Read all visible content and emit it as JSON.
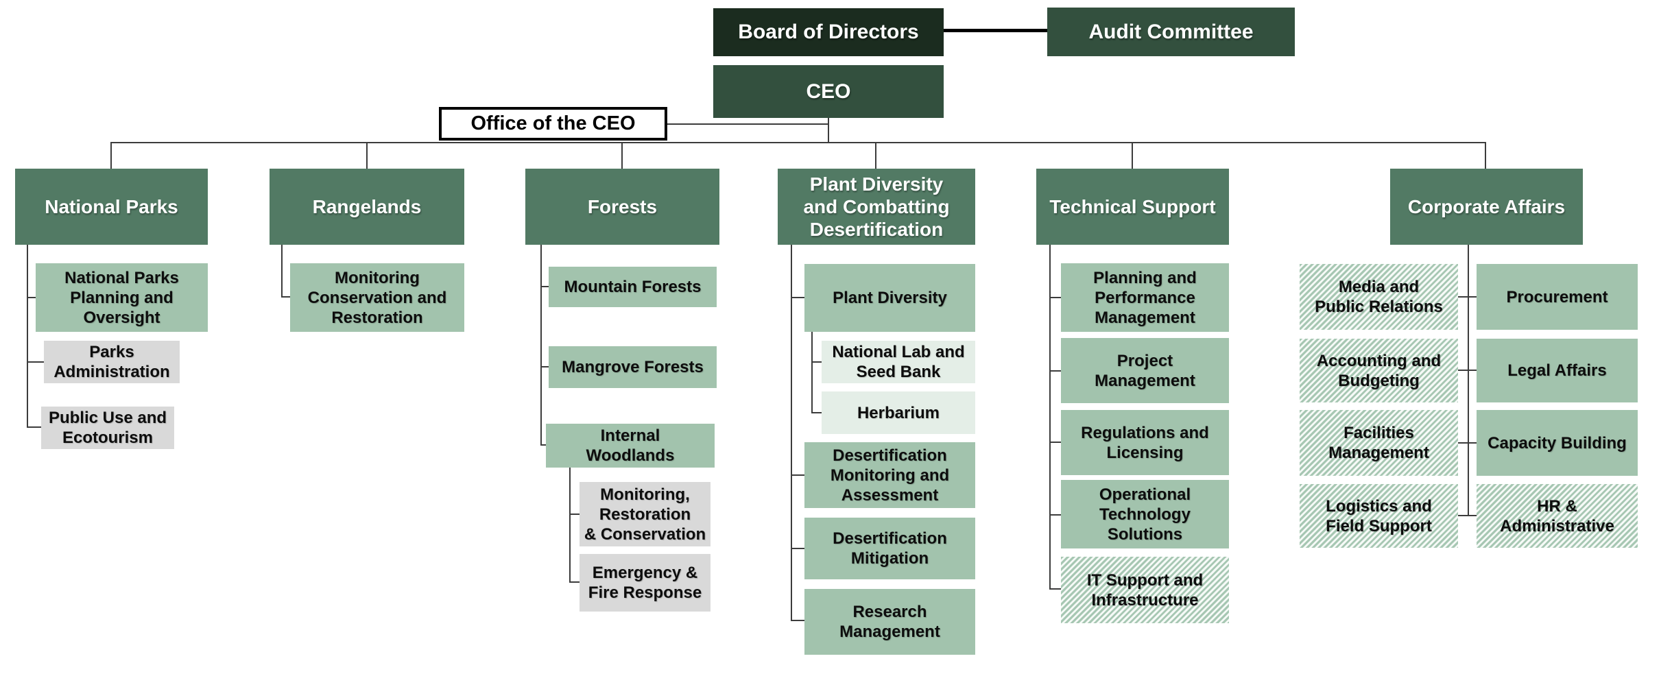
{
  "top": {
    "board": "Board of Directors",
    "audit": "Audit Committee",
    "ceo": "CEO",
    "office": "Office of the CEO"
  },
  "departments": [
    {
      "label": "National Parks",
      "children": [
        {
          "label": "National Parks\nPlanning and\nOversight"
        },
        {
          "label": "Parks\nAdministration"
        },
        {
          "label": "Public Use and\nEcotourism"
        }
      ]
    },
    {
      "label": "Rangelands",
      "children": [
        {
          "label": "Monitoring\nConservation and\nRestoration"
        }
      ]
    },
    {
      "label": "Forests",
      "children": [
        {
          "label": "Mountain Forests"
        },
        {
          "label": "Mangrove Forests"
        },
        {
          "label": "Internal\nWoodlands",
          "children": [
            {
              "label": "Monitoring,\nRestoration\n& Conservation"
            },
            {
              "label": "Emergency &\nFire Response"
            }
          ]
        }
      ]
    },
    {
      "label": "Plant Diversity\nand Combatting\nDesertification",
      "children": [
        {
          "label": "Plant Diversity",
          "children": [
            {
              "label": "National Lab and\nSeed Bank"
            },
            {
              "label": "Herbarium"
            }
          ]
        },
        {
          "label": "Desertification\nMonitoring and\nAssessment"
        },
        {
          "label": "Desertification\nMitigation"
        },
        {
          "label": "Research\nManagement"
        }
      ]
    },
    {
      "label": "Technical Support",
      "children": [
        {
          "label": "Planning and\nPerformance\nManagement"
        },
        {
          "label": "Project\nManagement"
        },
        {
          "label": "Regulations and\nLicensing"
        },
        {
          "label": "Operational\nTechnology\nSolutions"
        },
        {
          "label": "IT Support and\nInfrastructure"
        }
      ]
    },
    {
      "label": "Corporate Affairs",
      "children_left": [
        {
          "label": "Media and\nPublic Relations"
        },
        {
          "label": "Accounting and\nBudgeting"
        },
        {
          "label": "Facilities\nManagement"
        },
        {
          "label": "Logistics and\nField Support"
        }
      ],
      "children_right": [
        {
          "label": "Procurement"
        },
        {
          "label": "Legal Affairs"
        },
        {
          "label": "Capacity Building"
        },
        {
          "label": "HR &\nAdministrative"
        }
      ]
    }
  ],
  "colors": {
    "board": "#1b2c1f",
    "executive": "#33503e",
    "department": "#527a64",
    "unit_green": "#a2c3ad",
    "unit_pale": "#e4eee7",
    "unit_gray": "#d9d9d9",
    "hatch_stripe": "#a7c7b3",
    "connector": "#3c3c3c"
  }
}
